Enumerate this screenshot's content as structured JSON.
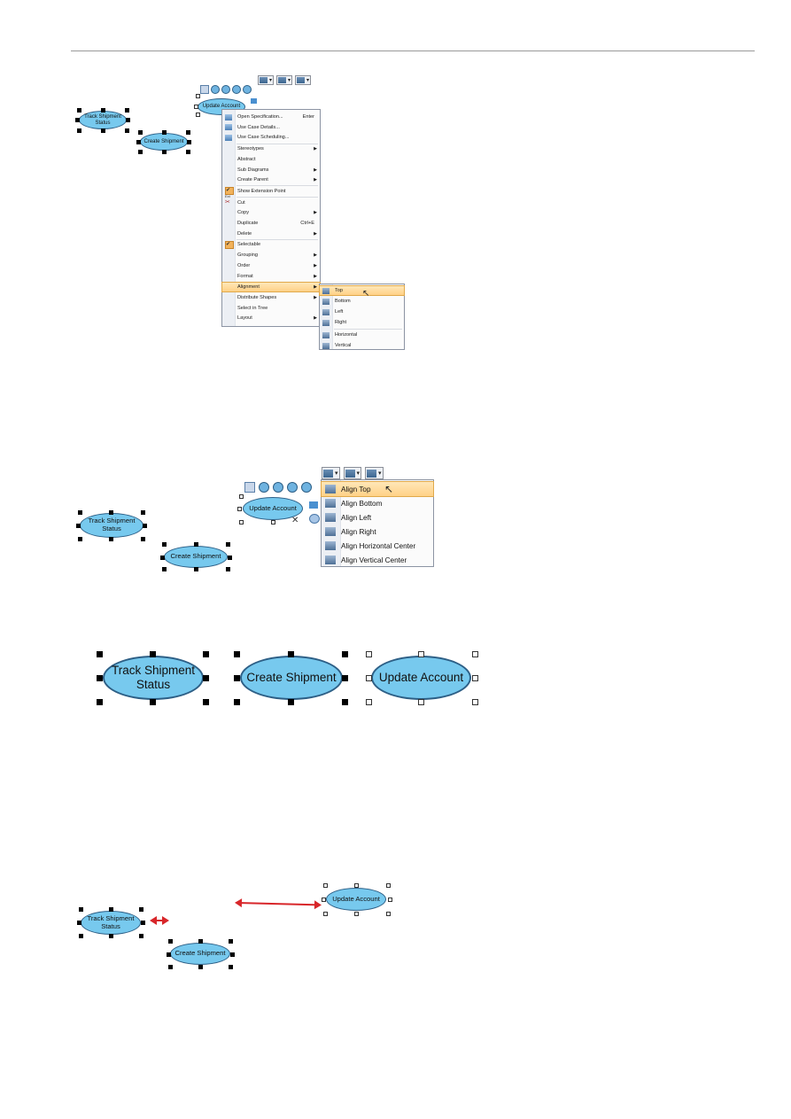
{
  "use_cases": {
    "track": "Track Shipment Status",
    "create": "Create Shipment",
    "update": "Update Account"
  },
  "context_menu": {
    "items": [
      {
        "label": "Open Specification...",
        "shortcut": "Enter",
        "icon": "spec-icon"
      },
      {
        "label": "Use Case Details...",
        "shortcut": "",
        "icon": "details-icon"
      },
      {
        "label": "Use Case Scheduling...",
        "shortcut": "",
        "icon": "scheduling-icon"
      },
      {
        "label": "Stereotypes",
        "submenu": true
      },
      {
        "label": "Abstract"
      },
      {
        "label": "Sub Diagrams",
        "submenu": true
      },
      {
        "label": "Create Parent",
        "submenu": true
      },
      {
        "label": "Show Extension Point",
        "checked": true
      },
      {
        "label": "Cut",
        "icon": "cut-icon"
      },
      {
        "label": "Copy",
        "submenu": true
      },
      {
        "label": "Duplicate",
        "shortcut": "Ctrl+E"
      },
      {
        "label": "Delete",
        "submenu": true
      },
      {
        "label": "Selectable",
        "checked": true
      },
      {
        "label": "Grouping",
        "submenu": true
      },
      {
        "label": "Order",
        "submenu": true
      },
      {
        "label": "Format",
        "submenu": true
      },
      {
        "label": "Alignment",
        "submenu": true,
        "highlighted": true
      },
      {
        "label": "Distribute Shapes",
        "submenu": true
      },
      {
        "label": "Select in Tree"
      },
      {
        "label": "Layout",
        "submenu": true
      }
    ],
    "cut_off_label": "Ext"
  },
  "alignment_submenu": {
    "items": [
      "Top",
      "Bottom",
      "Left",
      "Right",
      "Horizontal",
      "Vertical"
    ]
  },
  "align_dropdown": {
    "items": [
      "Align Top",
      "Align Bottom",
      "Align Left",
      "Align Right",
      "Align Horizontal Center",
      "Align Vertical Center"
    ]
  },
  "colors": {
    "ellipse_fill": "#77c9ee",
    "highlight": "#ffd187",
    "arrow": "#d8262a"
  }
}
